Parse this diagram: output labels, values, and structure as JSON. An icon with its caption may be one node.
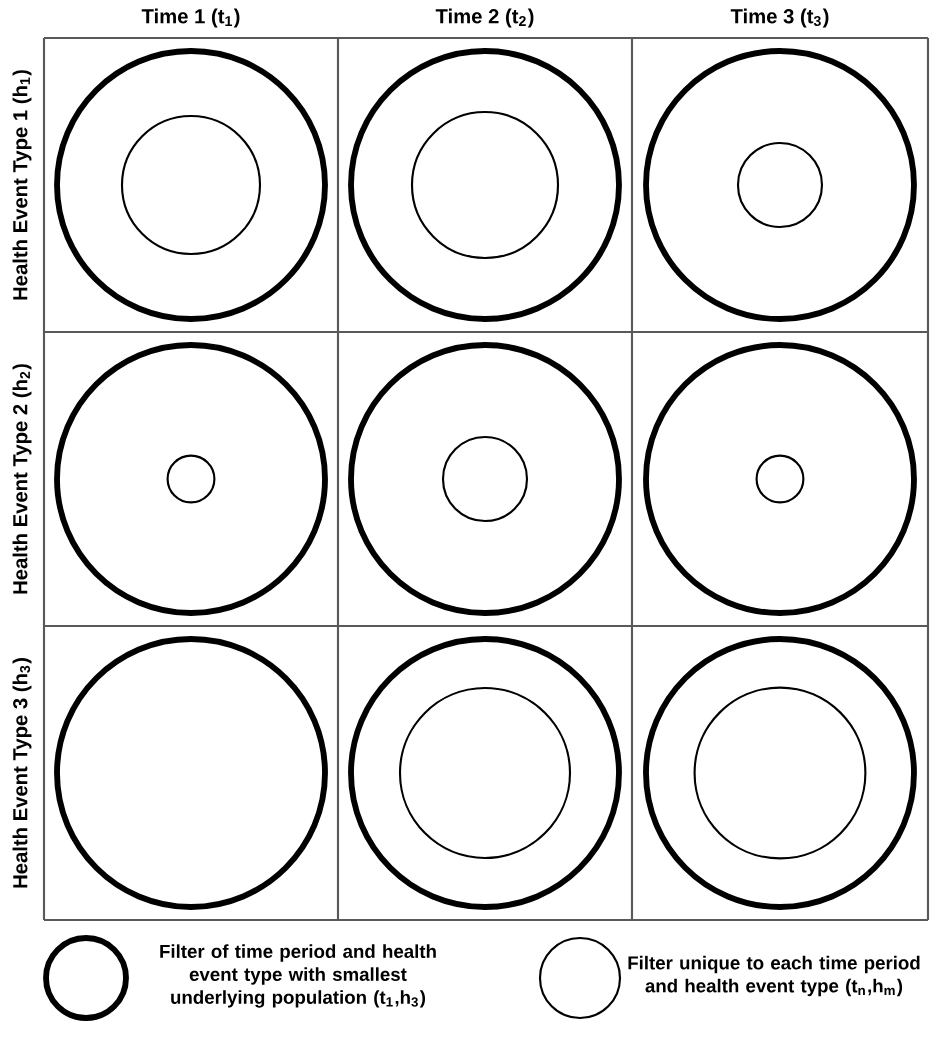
{
  "diagram": {
    "labels": [
      "Time 1 (t$_{1}$)",
      "Time 2 (t$_{2}$)",
      "Time 3 (t$_{3}$)",
      "Health Event Type 1 (h$_{1}$)",
      "Health Event Type 2 (h$_{2}$)",
      "Health Event Type 3 (h$_{3}$)"
    ],
    "legend": [
      {
        "text": "Filter of time period and health event type with smallest underlying population (t$_{1}$,h$_{3}$)"
      },
      {
        "text": "Filter unique to each time period and health event type (t$_{n}$,h$_{m}$)"
      }
    ]
  }
}
